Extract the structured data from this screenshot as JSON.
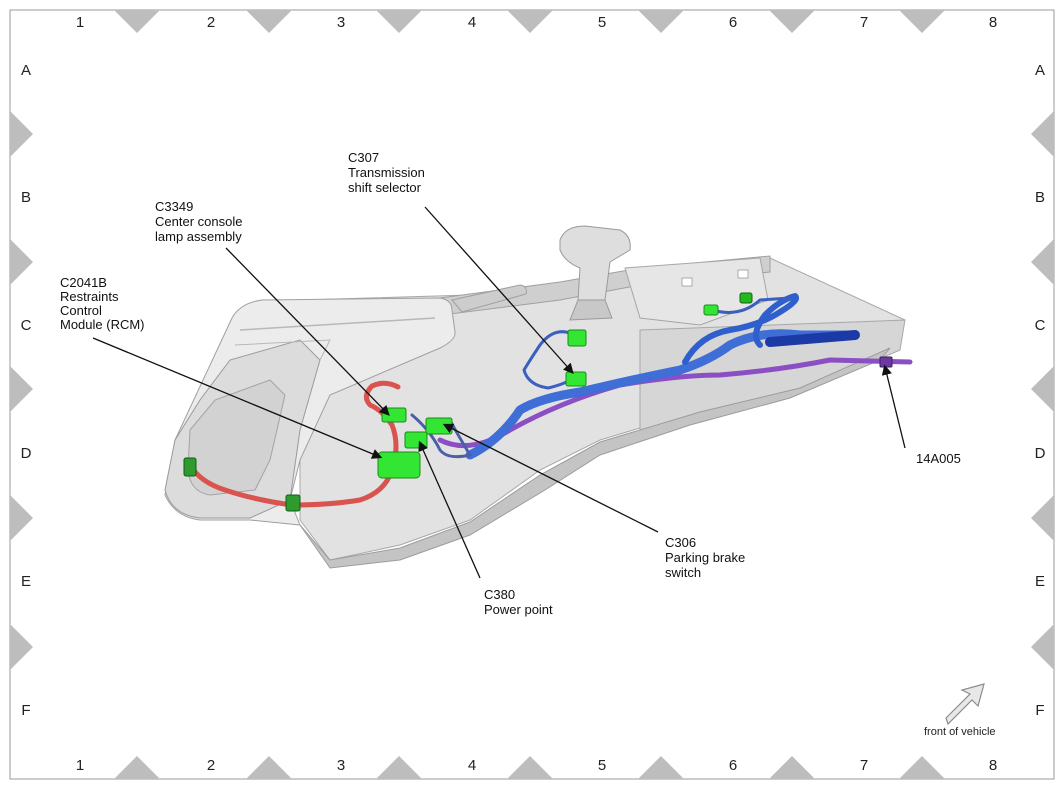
{
  "grid": {
    "columns": [
      "1",
      "2",
      "3",
      "4",
      "5",
      "6",
      "7",
      "8"
    ],
    "rows": [
      "A",
      "B",
      "C",
      "D",
      "E",
      "F"
    ]
  },
  "callouts": {
    "c307": {
      "lines": [
        "C307",
        "Transmission",
        "shift selector"
      ]
    },
    "c3349": {
      "lines": [
        "C3349",
        "Center console",
        "lamp assembly"
      ]
    },
    "c2041b": {
      "lines": [
        "C2041B",
        "Restraints",
        "Control",
        "Module (RCM)"
      ]
    },
    "c306": {
      "lines": [
        "C306",
        "Parking brake",
        "switch"
      ]
    },
    "c380": {
      "lines": [
        "C380",
        "Power point"
      ]
    },
    "harness": {
      "lines": [
        "14A005"
      ]
    }
  },
  "orientation": {
    "label": "front of vehicle"
  },
  "colors": {
    "frame_gray": "#bdbdbd",
    "console_gray": "#d9d9d9",
    "connector_green": "#33e633",
    "harness_red": "#d9544f",
    "harness_blue": "#2f5fcc",
    "harness_purple": "#8a4fc2"
  }
}
